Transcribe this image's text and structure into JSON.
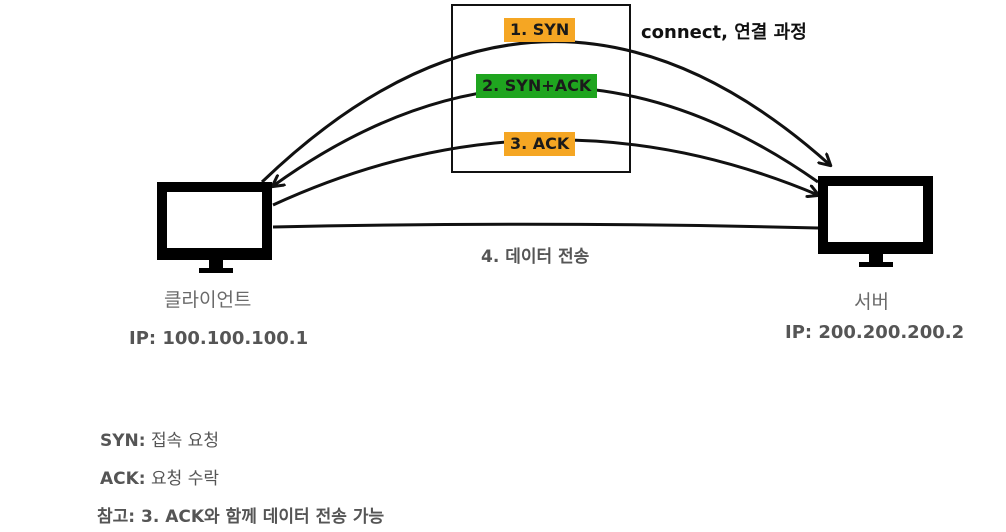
{
  "steps": [
    {
      "label": "1. SYN",
      "color": "#f5a623"
    },
    {
      "label": "2. SYN+ACK",
      "color": "#1fa51f"
    },
    {
      "label": "3. ACK",
      "color": "#f5a623"
    }
  ],
  "title": "connect, 연결 과정",
  "data_transfer_label": "4. 데이터 전송",
  "client": {
    "caption": "클라이언트",
    "ip": "IP: 100.100.100.1"
  },
  "server": {
    "caption": "서버",
    "ip": "IP: 200.200.200.2"
  },
  "legend": [
    {
      "key": "SYN:",
      "text": " 접속 요청"
    },
    {
      "key": "ACK:",
      "text": " 요청 수락"
    },
    {
      "key": "참고:",
      "text": " 3. ACK와 함께 데이터 전송 가능"
    }
  ]
}
